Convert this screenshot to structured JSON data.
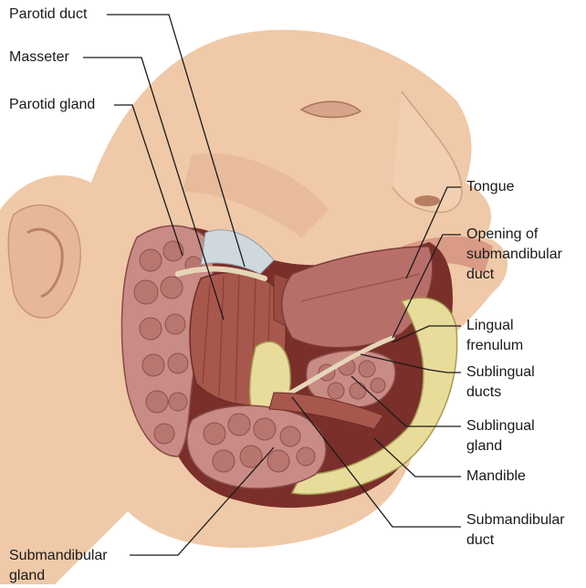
{
  "labels": {
    "parotid_duct": "Parotid duct",
    "masseter": "Masseter",
    "parotid_gland": "Parotid gland",
    "tongue": "Tongue",
    "opening_line1": "Opening of",
    "opening_line2": "submandibular",
    "opening_line3": "duct",
    "lingual_frenulum_line1": "Lingual",
    "lingual_frenulum_line2": "frenulum",
    "sublingual_ducts_line1": "Sublingual",
    "sublingual_ducts_line2": "ducts",
    "sublingual_gland_line1": "Sublingual",
    "sublingual_gland_line2": "gland",
    "mandible": "Mandible",
    "submandibular_duct_line1": "Submandibular",
    "submandibular_duct_line2": "duct",
    "submandibular_gland_line1": "Submandibular",
    "submandibular_gland_line2": "gland"
  },
  "colors": {
    "skin": "#efc9a8",
    "skin_shadow": "#d9a98a",
    "gland": "#c98b86",
    "gland_lobule": "#b87670",
    "muscle": "#a8574c",
    "muscle_dark": "#8a3f38",
    "tongue": "#b86f6a",
    "bone": "#e8dc9a",
    "duct": "#e6d6b8",
    "leader": "#1a1a1a"
  }
}
